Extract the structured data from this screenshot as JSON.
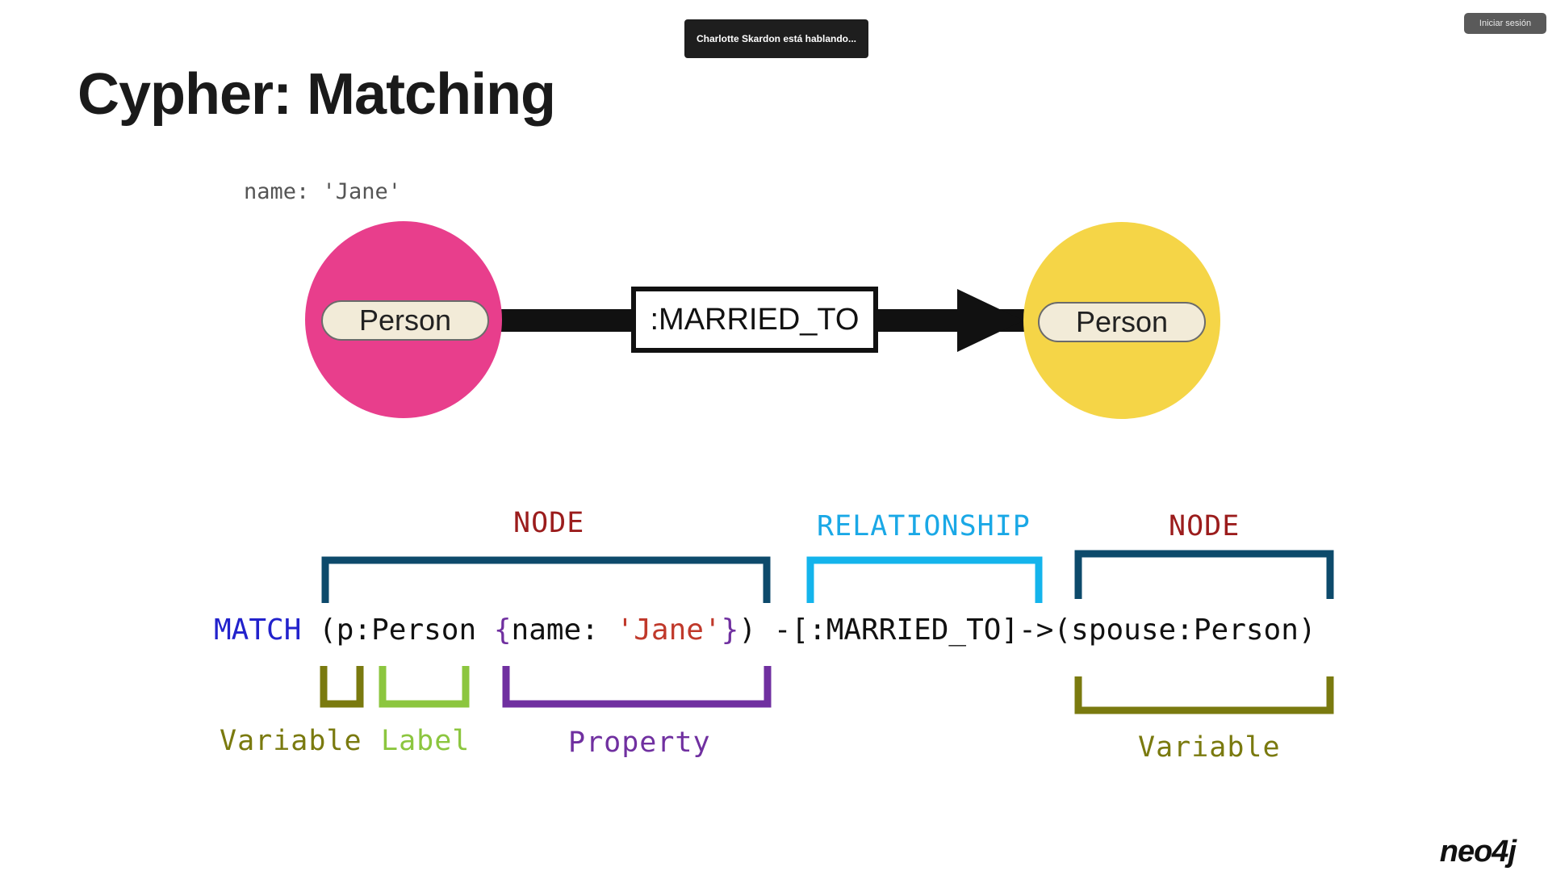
{
  "notification": {
    "text": "Charlotte Skardon está hablando..."
  },
  "login_button": {
    "label": "Iniciar sesión"
  },
  "slide": {
    "title": "Cypher: Matching",
    "diagram": {
      "property_label": "name: 'Jane'",
      "left_node": {
        "label": "Person",
        "color": "#e83e8c"
      },
      "right_node": {
        "label": "Person",
        "color": "#f5d547"
      },
      "relationship": {
        "label": ":MARRIED_TO"
      }
    },
    "query": {
      "keyword": "MATCH",
      "open_paren": "(p:",
      "label": "Person",
      "open_brace": "{",
      "prop_key": "name:",
      "prop_value": "'Jane'",
      "close_brace": "}",
      "close_paren": ")",
      "relationship": "-[:MARRIED_TO]->",
      "second_node": "(spouse:Person)"
    },
    "annotations": {
      "node_1": "NODE",
      "relationship": "RELATIONSHIP",
      "node_2": "NODE",
      "variable_1": "Variable",
      "label": "Label",
      "property": "Property",
      "variable_2": "Variable"
    },
    "colors": {
      "keyword": "#2222cc",
      "node_ann": "#9b1c1c",
      "rel_ann": "#1aa8e6",
      "node_bracket": "#0d4a6b",
      "rel_bracket": "#14b4ec",
      "variable": "#7a7a0f",
      "label": "#8cc63f",
      "property": "#7030a0",
      "string": "#c0392b"
    }
  },
  "logo": {
    "text": "neo4j"
  }
}
